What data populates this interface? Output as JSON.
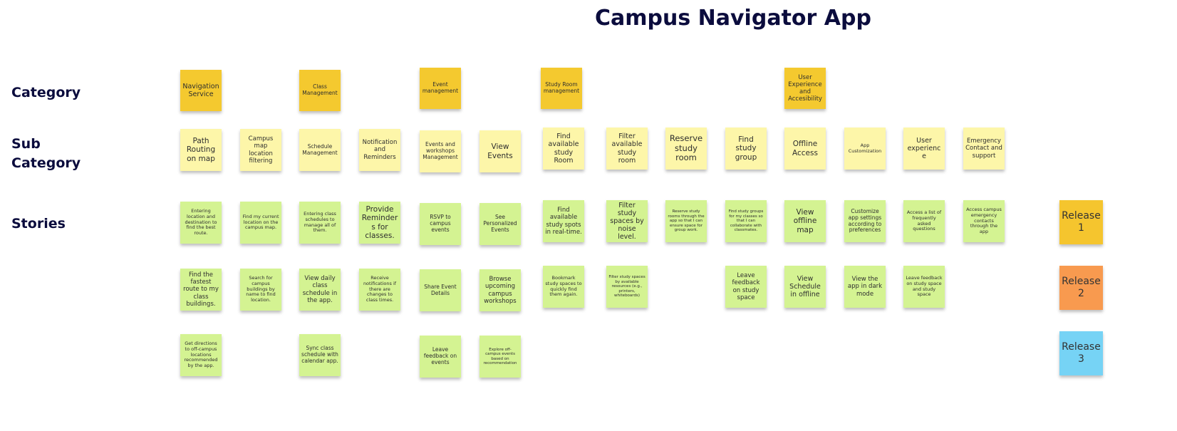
{
  "title": "Campus Navigator App",
  "row_labels": {
    "category": "Category",
    "sub_category": "Sub\nCategory",
    "stories": "Stories"
  },
  "categories": {
    "navigation": "Navigation Service",
    "class": "Class Management",
    "event": "Event management",
    "study_room": "Study Room management",
    "ux": "User Experience and Accesibility"
  },
  "sub_categories": {
    "path_routing": "Path Routing on map",
    "campus_map": "Campus map location filtering",
    "schedule": "Schedule Management",
    "notifications": "Notification and Reminders",
    "events_workshops": "Events and workshops Management",
    "view_events": "View Events",
    "find_room": "Find available study Room",
    "filter_room": "Filter available study room",
    "reserve_room": "Reserve study room",
    "study_group": "Find study group",
    "offline": "Offline Access",
    "customization": "App Customization",
    "user_experience": "User experience",
    "emergency": "Emergency Contact and support"
  },
  "stories": {
    "r1": [
      "Entering location and destination to find the best route.",
      "Find my current location on the campus map.",
      "Entering class schedules to manage all of them.",
      "Provide Reminders for classes.",
      "RSVP to campus events",
      "See Personalized Events",
      "Find available study spots in real-time.",
      "Filter study spaces by noise level.",
      "Reserve study rooms through the app so that I can ensure space for group work.",
      "Find study groups for my classes so that I can collaborate with classmates.",
      "View offline map",
      "Customize app settings according to preferences",
      "Access a list of frequently asked questions",
      "Access campus emergency contacts through the app"
    ],
    "r2": [
      "Find the fastest route to my class buildings.",
      "Search for campus buildings by name to find location.",
      "View daily class schedule in the app.",
      "Receive notifications if there are changes to class times.",
      "Share Event Details",
      "Browse upcoming campus workshops",
      "Bookmark study spaces to quickly find them again.",
      "Filter study spaces by available resources (e.g., printers, whiteboards)",
      "Leave feedback on study space",
      "View Schedule in offline",
      "View the app in dark mode",
      "Leave feedback on study space and study space"
    ],
    "r3": [
      "Get directions to off-campus locations recommended by the app.",
      "Sync  class schedule with calendar app.",
      "Leave feedback on events",
      "Explore off-campus events based on recommendation"
    ]
  },
  "releases": [
    "Release\n1",
    "Release\n2",
    "Release\n3"
  ],
  "colors": {
    "category": "#f4c92f",
    "sub_category": "#fdf6a9",
    "story": "#d4f392",
    "release_1": "#f5c52e",
    "release_2": "#f89a4f",
    "release_3": "#76d3f5",
    "title": "#0b0c3d"
  }
}
